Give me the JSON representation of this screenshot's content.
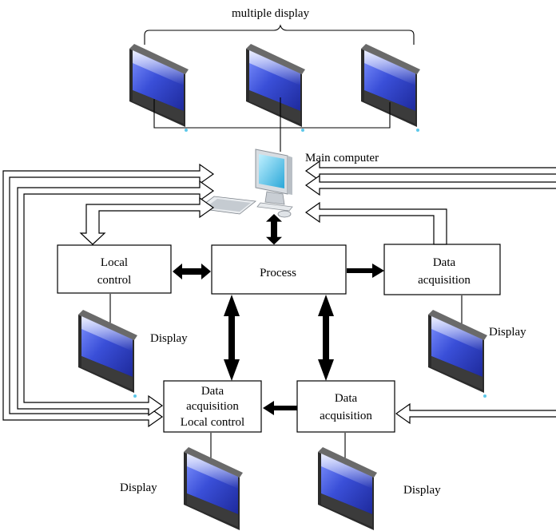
{
  "diagram": {
    "multiple_display_label": "multiple  display",
    "main_computer_label": "Main computer",
    "process_label": "Process",
    "local_control": {
      "line1": "Local",
      "line2": "control"
    },
    "data_acq_right": {
      "line1": "Data",
      "line2": "acquisition"
    },
    "data_acq_bottom": {
      "line1": "Data",
      "line2": "acquisition"
    },
    "data_acq_local": {
      "line1": "Data",
      "line2": "acquisition",
      "line3": "Local control"
    },
    "display_labels": {
      "left_mid": "Display",
      "right_mid": "Display",
      "bottom_left": "Display",
      "bottom_right": "Display"
    }
  },
  "colors": {
    "monitor_blue": "#3a4fd8",
    "monitor_dark": "#2a2a2a",
    "computer_cyan": "#5ec8ea"
  }
}
